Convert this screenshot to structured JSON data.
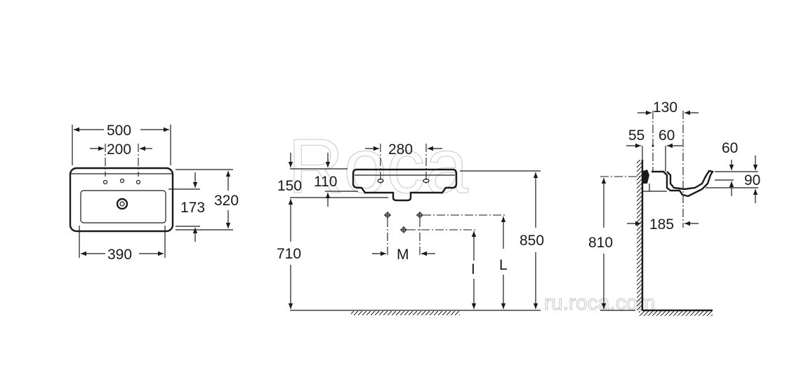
{
  "watermark": {
    "brand": "Roca",
    "url": "ru.roca.com"
  },
  "front_view": {
    "overall_width": "500",
    "tap_hole_spacing": "200",
    "basin_width": "390",
    "basin_depth": "173",
    "overall_depth": "320"
  },
  "elevation_view": {
    "tap_spacing": "280",
    "height_150": "150",
    "height_110": "110",
    "height_710": "710",
    "height_850": "850",
    "label_m": "M",
    "label_i": "I",
    "label_l": "L"
  },
  "side_view": {
    "dim_130": "130",
    "dim_55": "55",
    "dim_60_top": "60",
    "dim_60_right": "60",
    "dim_90": "90",
    "dim_185": "185",
    "dim_810": "810"
  }
}
